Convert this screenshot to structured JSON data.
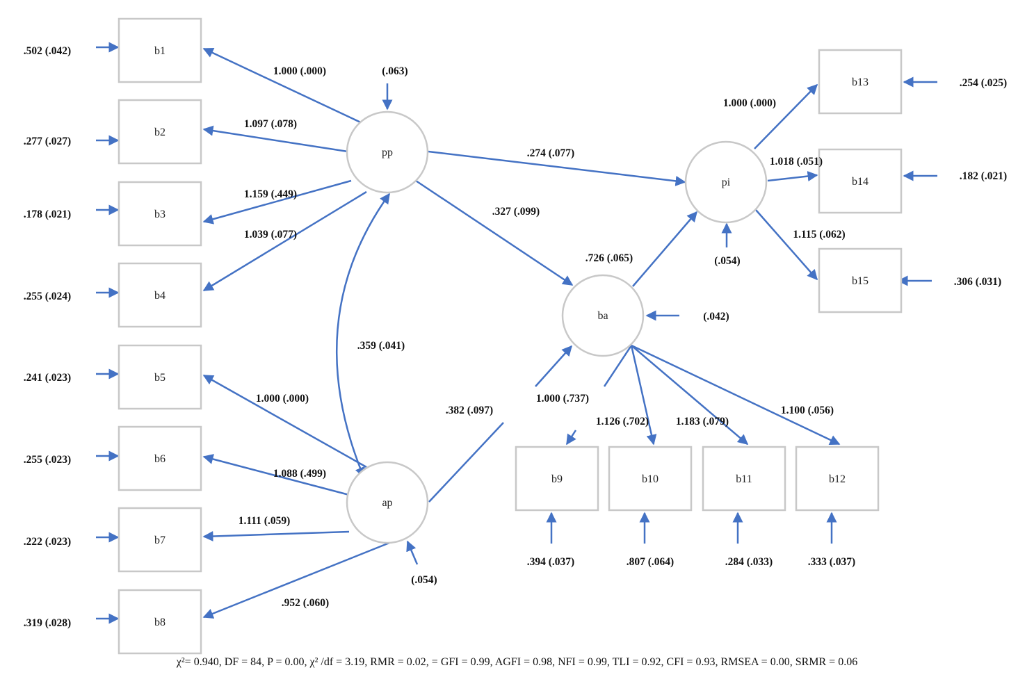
{
  "observed": {
    "b1": "b1",
    "b2": "b2",
    "b3": "b3",
    "b4": "b4",
    "b5": "b5",
    "b6": "b6",
    "b7": "b7",
    "b8": "b8",
    "b9": "b9",
    "b10": "b10",
    "b11": "b11",
    "b12": "b12",
    "b13": "b13",
    "b14": "b14",
    "b15": "b15"
  },
  "latent": {
    "pp": "pp",
    "ap": "ap",
    "ba": "ba",
    "pi": "pi"
  },
  "error_variances": {
    "b1": ".502 (.042)",
    "b2": ".277 (.027)",
    "b3": ".178 (.021)",
    "b4": ".255 (.024)",
    "b5": ".241 (.023)",
    "b6": ".255 (.023)",
    "b7": ".222 (.023)",
    "b8": ".319 (.028)",
    "b9": ".394 (.037)",
    "b10": ".807 (.064)",
    "b11": ".284 (.033)",
    "b12": ".333 (.037)",
    "b13": ".254 (.025)",
    "b14": ".182 (.021)",
    "b15": ".306 (.031)"
  },
  "latent_disturbances": {
    "pp": "(.063)",
    "ap": "(.054)",
    "ba": "(.042)",
    "pi": "(.054)"
  },
  "loadings": {
    "pp_b1": "1.000 (.000)",
    "pp_b2": "1.097 (.078)",
    "pp_b3": "1.159 (.449)",
    "pp_b4": "1.039 (.077)",
    "ap_b5": "1.000 (.000)",
    "ap_b6": "1.088 (.499)",
    "ap_b7": "1.111 (.059)",
    "ap_b8": ".952 (.060)",
    "ba_b9": "1.126 (.702)",
    "ba_b10": "1.183 (.079)",
    "ba_b11": "1.100 (.056)",
    "pi_b13": "1.000 (.000)",
    "pi_b14": "1.018 (.051)",
    "pi_b15": "1.115 (.062)"
  },
  "structural": {
    "pp_pi": ".274 (.077)",
    "pp_ba": ".327 (.099)",
    "ba_pi": ".726 (.065)",
    "ap_ba": ".382 (.097)",
    "pp_ap_cov": ".359 (.041)",
    "ba_extra": "1.000 (.737)"
  },
  "fit": "χ²= 0.940, DF = 84, P = 0.00, χ² /df = 3.19, RMR = 0.02, = GFI = 0.99, AGFI = 0.98, NFI = 0.99, TLI = 0.92, CFI = 0.93, RMSEA = 0.00, SRMR = 0.06",
  "colors": {
    "arrow": "#4472c4",
    "node_border": "#c8c8c8"
  }
}
